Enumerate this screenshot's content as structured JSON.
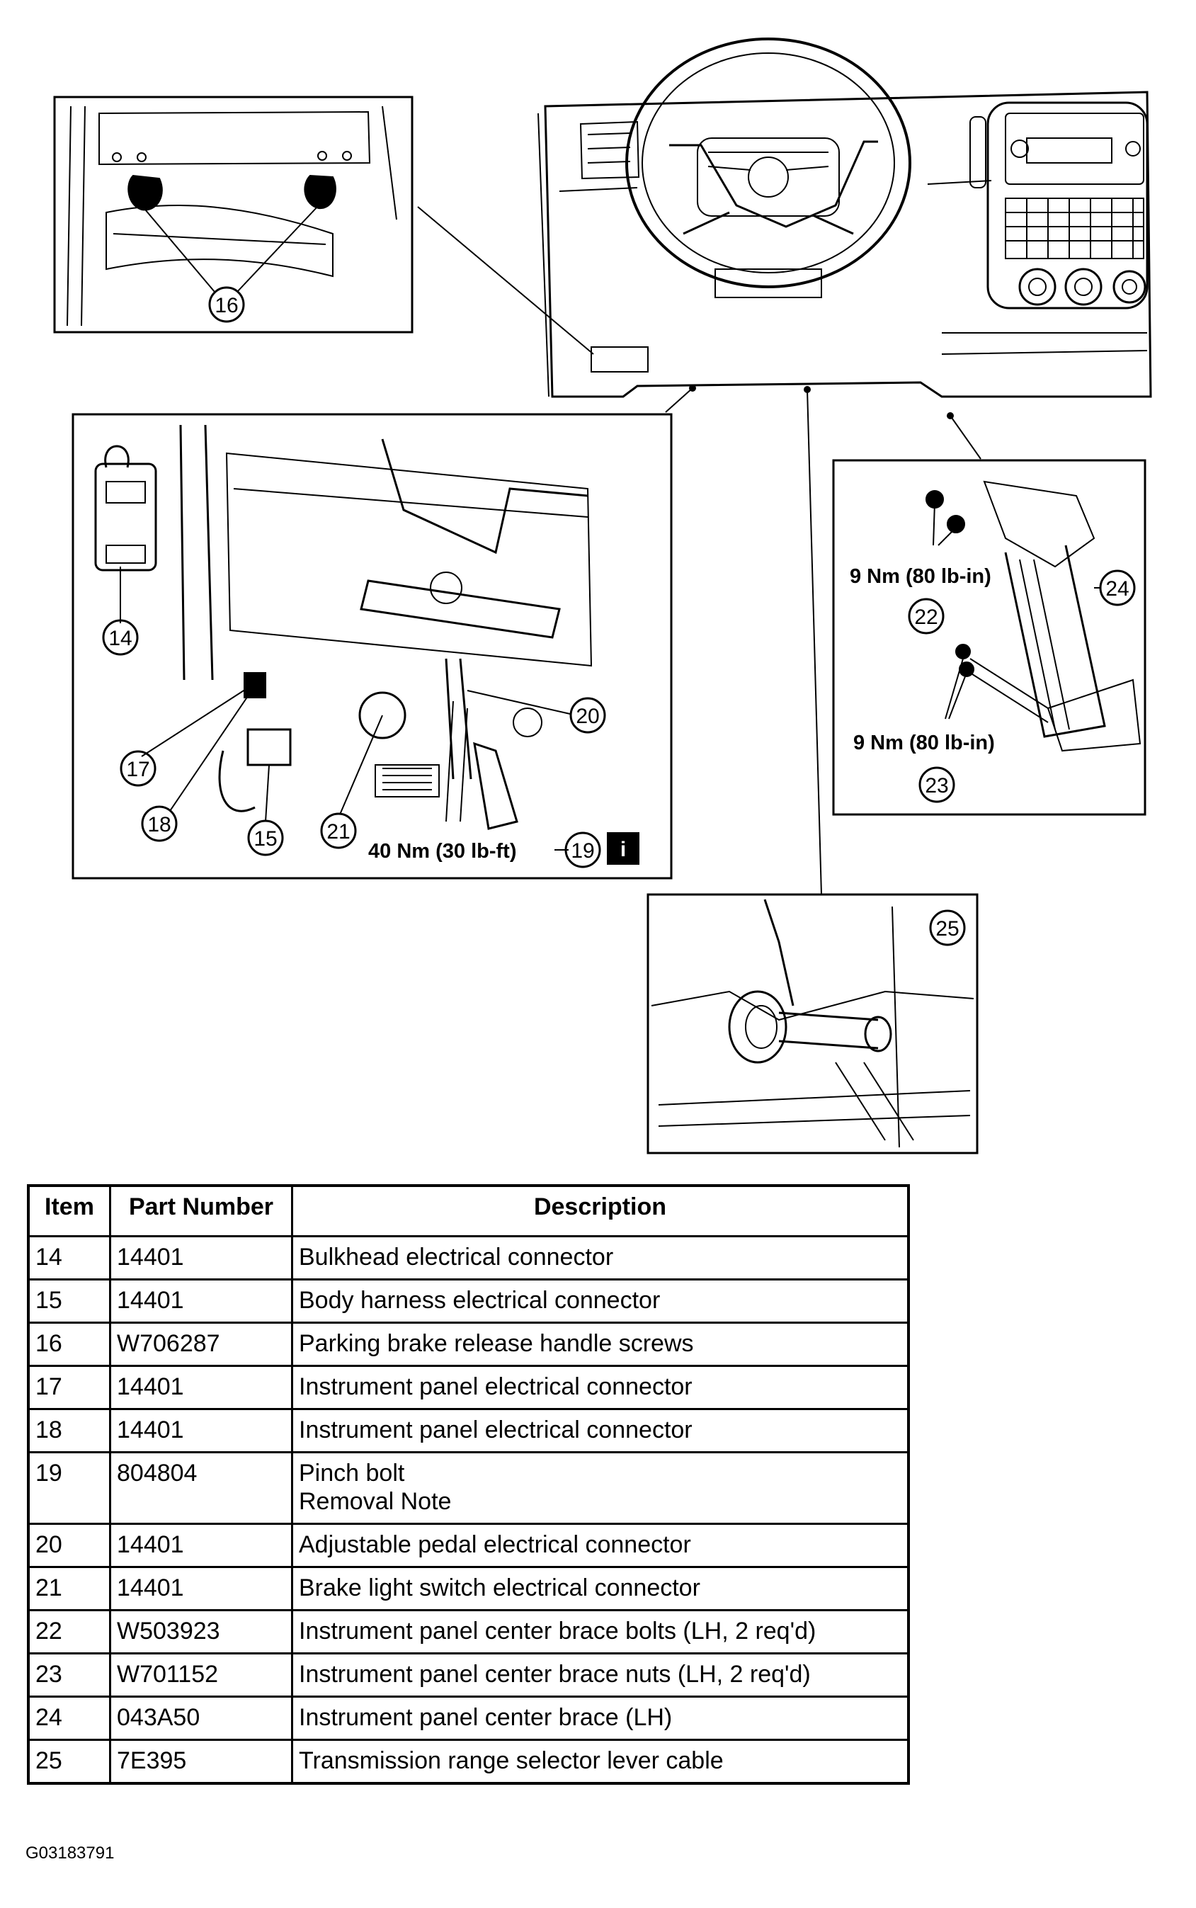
{
  "callouts": {
    "c14": "14",
    "c15": "15",
    "c16": "16",
    "c17": "17",
    "c18": "18",
    "c19": "19",
    "c20": "20",
    "c21": "21",
    "c22": "22",
    "c23": "23",
    "c24": "24",
    "c25": "25"
  },
  "torque": {
    "brace_bolts": "9 Nm (80 lb-in)",
    "brace_nuts": "9 Nm (80 lb-in)",
    "pinch_bolt": "40 Nm (30 lb-ft)"
  },
  "info_icon": "i",
  "table": {
    "headers": {
      "item": "Item",
      "part": "Part Number",
      "desc": "Description"
    },
    "rows": [
      {
        "item": "14",
        "part": "14401",
        "desc": "Bulkhead electrical connector",
        "note": ""
      },
      {
        "item": "15",
        "part": "14401",
        "desc": "Body harness electrical connector",
        "note": ""
      },
      {
        "item": "16",
        "part": "W706287",
        "desc": "Parking brake release handle screws",
        "note": ""
      },
      {
        "item": "17",
        "part": "14401",
        "desc": "Instrument panel electrical connector",
        "note": ""
      },
      {
        "item": "18",
        "part": "14401",
        "desc": "Instrument panel electrical connector",
        "note": ""
      },
      {
        "item": "19",
        "part": "804804",
        "desc": "Pinch bolt",
        "note": "Removal Note"
      },
      {
        "item": "20",
        "part": "14401",
        "desc": "Adjustable pedal electrical connector",
        "note": ""
      },
      {
        "item": "21",
        "part": "14401",
        "desc": "Brake light switch electrical connector",
        "note": ""
      },
      {
        "item": "22",
        "part": "W503923",
        "desc": "Instrument panel center brace bolts (LH, 2 req'd)",
        "note": ""
      },
      {
        "item": "23",
        "part": "W701152",
        "desc": "Instrument panel center brace nuts (LH, 2 req'd)",
        "note": ""
      },
      {
        "item": "24",
        "part": "043A50",
        "desc": "Instrument panel center brace (LH)",
        "note": ""
      },
      {
        "item": "25",
        "part": "7E395",
        "desc": "Transmission range selector lever cable",
        "note": ""
      }
    ]
  },
  "figure_id": "G03183791"
}
